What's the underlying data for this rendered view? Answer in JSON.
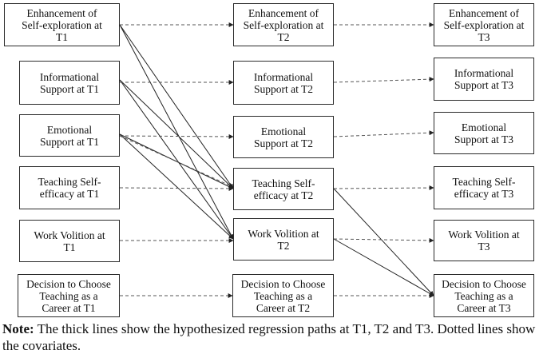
{
  "nodes": {
    "t1": [
      "Enhancement of\nSelf-exploration at\nT1",
      "Informational\nSupport at T1",
      "Emotional\nSupport at T1",
      "Teaching Self-\nefficacy at T1",
      "Work Volition at\nT1",
      "Decision to Choose\nTeaching as a\nCareer at T1"
    ],
    "t2": [
      "Enhancement of\nSelf-exploration at\nT2",
      "Informational\nSupport at T2",
      "Emotional\nSupport at T2",
      "Teaching Self-\nefficacy at T2",
      "Work Volition at\nT2",
      "Decision to Choose\nTeaching as a\nCareer at T2"
    ],
    "t3": [
      "Enhancement of\nSelf-exploration at\nT3",
      "Informational\nSupport at T3",
      "Emotional\nSupport at T3",
      "Teaching Self-\nefficacy at T3",
      "Work Volition at\nT3",
      "Decision to Choose\nTeaching as a\nCareer at T3"
    ]
  },
  "note": {
    "label": "Note:",
    "text": " The thick lines show the hypothesized regression paths at T1, T2 and T3. Dotted lines show the covariates."
  },
  "paths": {
    "solid": [
      {
        "from": "Enhancement of Self-exploration at T1",
        "to": "Teaching Self-efficacy at T2"
      },
      {
        "from": "Enhancement of Self-exploration at T1",
        "to": "Work Volition at T2"
      },
      {
        "from": "Informational Support at T1",
        "to": "Teaching Self-efficacy at T2"
      },
      {
        "from": "Informational Support at T1",
        "to": "Work Volition at T2"
      },
      {
        "from": "Emotional Support at T1",
        "to": "Teaching Self-efficacy at T2"
      },
      {
        "from": "Emotional Support at T1",
        "to": "Work Volition at T2"
      },
      {
        "from": "Teaching Self-efficacy at T2",
        "to": "Decision to Choose Teaching as a Career at T3"
      },
      {
        "from": "Work Volition at T2",
        "to": "Decision to Choose Teaching as a Career at T3"
      }
    ],
    "dashed": [
      {
        "from": "Enhancement of Self-exploration at T1",
        "to": "Enhancement of Self-exploration at T2"
      },
      {
        "from": "Informational Support at T1",
        "to": "Informational Support at T2"
      },
      {
        "from": "Emotional Support at T1",
        "to": "Emotional Support at T2"
      },
      {
        "from": "Emotional Support at T1",
        "to": "Teaching Self-efficacy at T2"
      },
      {
        "from": "Teaching Self-efficacy at T1",
        "to": "Teaching Self-efficacy at T2"
      },
      {
        "from": "Work Volition at T1",
        "to": "Work Volition at T2"
      },
      {
        "from": "Decision to Choose Teaching as a Career at T1",
        "to": "Decision to Choose Teaching as a Career at T2"
      },
      {
        "from": "Enhancement of Self-exploration at T2",
        "to": "Enhancement of Self-exploration at T3"
      },
      {
        "from": "Informational Support at T2",
        "to": "Informational Support at T3"
      },
      {
        "from": "Emotional Support at T2",
        "to": "Emotional Support at T3"
      },
      {
        "from": "Teaching Self-efficacy at T2",
        "to": "Teaching Self-efficacy at T3"
      },
      {
        "from": "Work Volition at T2",
        "to": "Work Volition at T3"
      },
      {
        "from": "Decision to Choose Teaching as a Career at T2",
        "to": "Decision to Choose Teaching as a Career at T3"
      }
    ]
  }
}
